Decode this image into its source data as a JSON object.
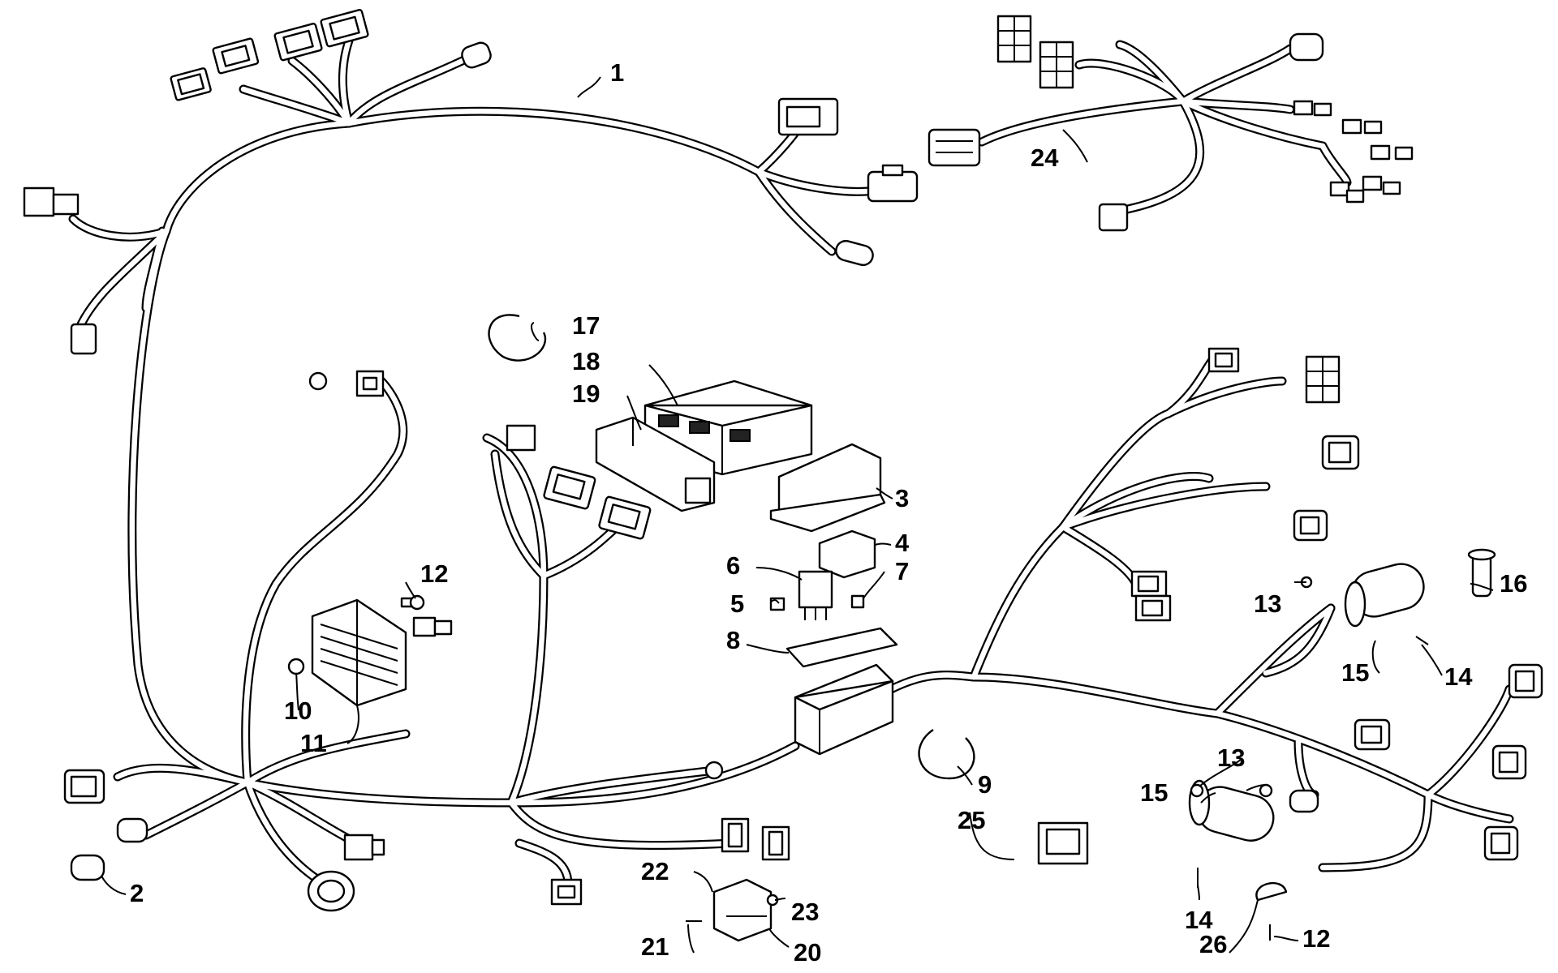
{
  "callouts": {
    "c1": "1",
    "c2": "2",
    "c3": "3",
    "c4": "4",
    "c5": "5",
    "c6": "6",
    "c7": "7",
    "c8": "8",
    "c9": "9",
    "c10": "10",
    "c11": "11",
    "c12a": "12",
    "c12b": "12",
    "c13a": "13",
    "c13b": "13",
    "c14a": "14",
    "c14b": "14",
    "c15a": "15",
    "c15b": "15",
    "c16": "16",
    "c17": "17",
    "c18": "18",
    "c19": "19",
    "c20": "20",
    "c21": "21",
    "c22": "22",
    "c23": "23",
    "c24": "24",
    "c25": "25",
    "c26": "26"
  }
}
